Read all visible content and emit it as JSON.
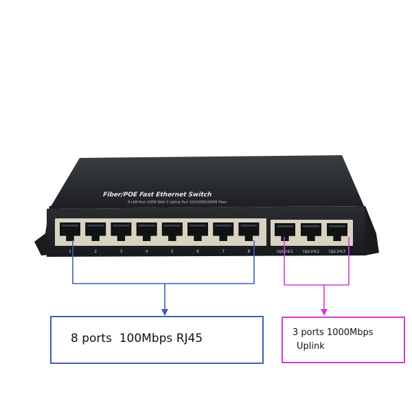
{
  "image": {
    "subject": "black-8-port-fast-ethernet-switch",
    "panel_text": {
      "title": "Fiber/POE Fast Ethernet Switch",
      "subtitle": "8 LAN Port 100M With 3 Uplink Port 10/100M/1000M Fiber"
    },
    "lan_port_numbers": [
      "1",
      "2",
      "3",
      "4",
      "5",
      "6",
      "7",
      "8"
    ],
    "uplink_port_labels": [
      "UpLink1",
      "UpLink2",
      "UpLink3"
    ]
  },
  "callouts": {
    "lan": {
      "text": "8 ports  100Mbps RJ45",
      "color": "#3a5fb8"
    },
    "uplink": {
      "line1": "3 ports 1000Mbps",
      "line2": "Uplink",
      "color": "#d23ad2"
    }
  },
  "colors": {
    "body": "#222428",
    "port_frame": "#d8d3c0",
    "port_hole": "#101214"
  },
  "icons": [
    "rj45-port-icon"
  ]
}
